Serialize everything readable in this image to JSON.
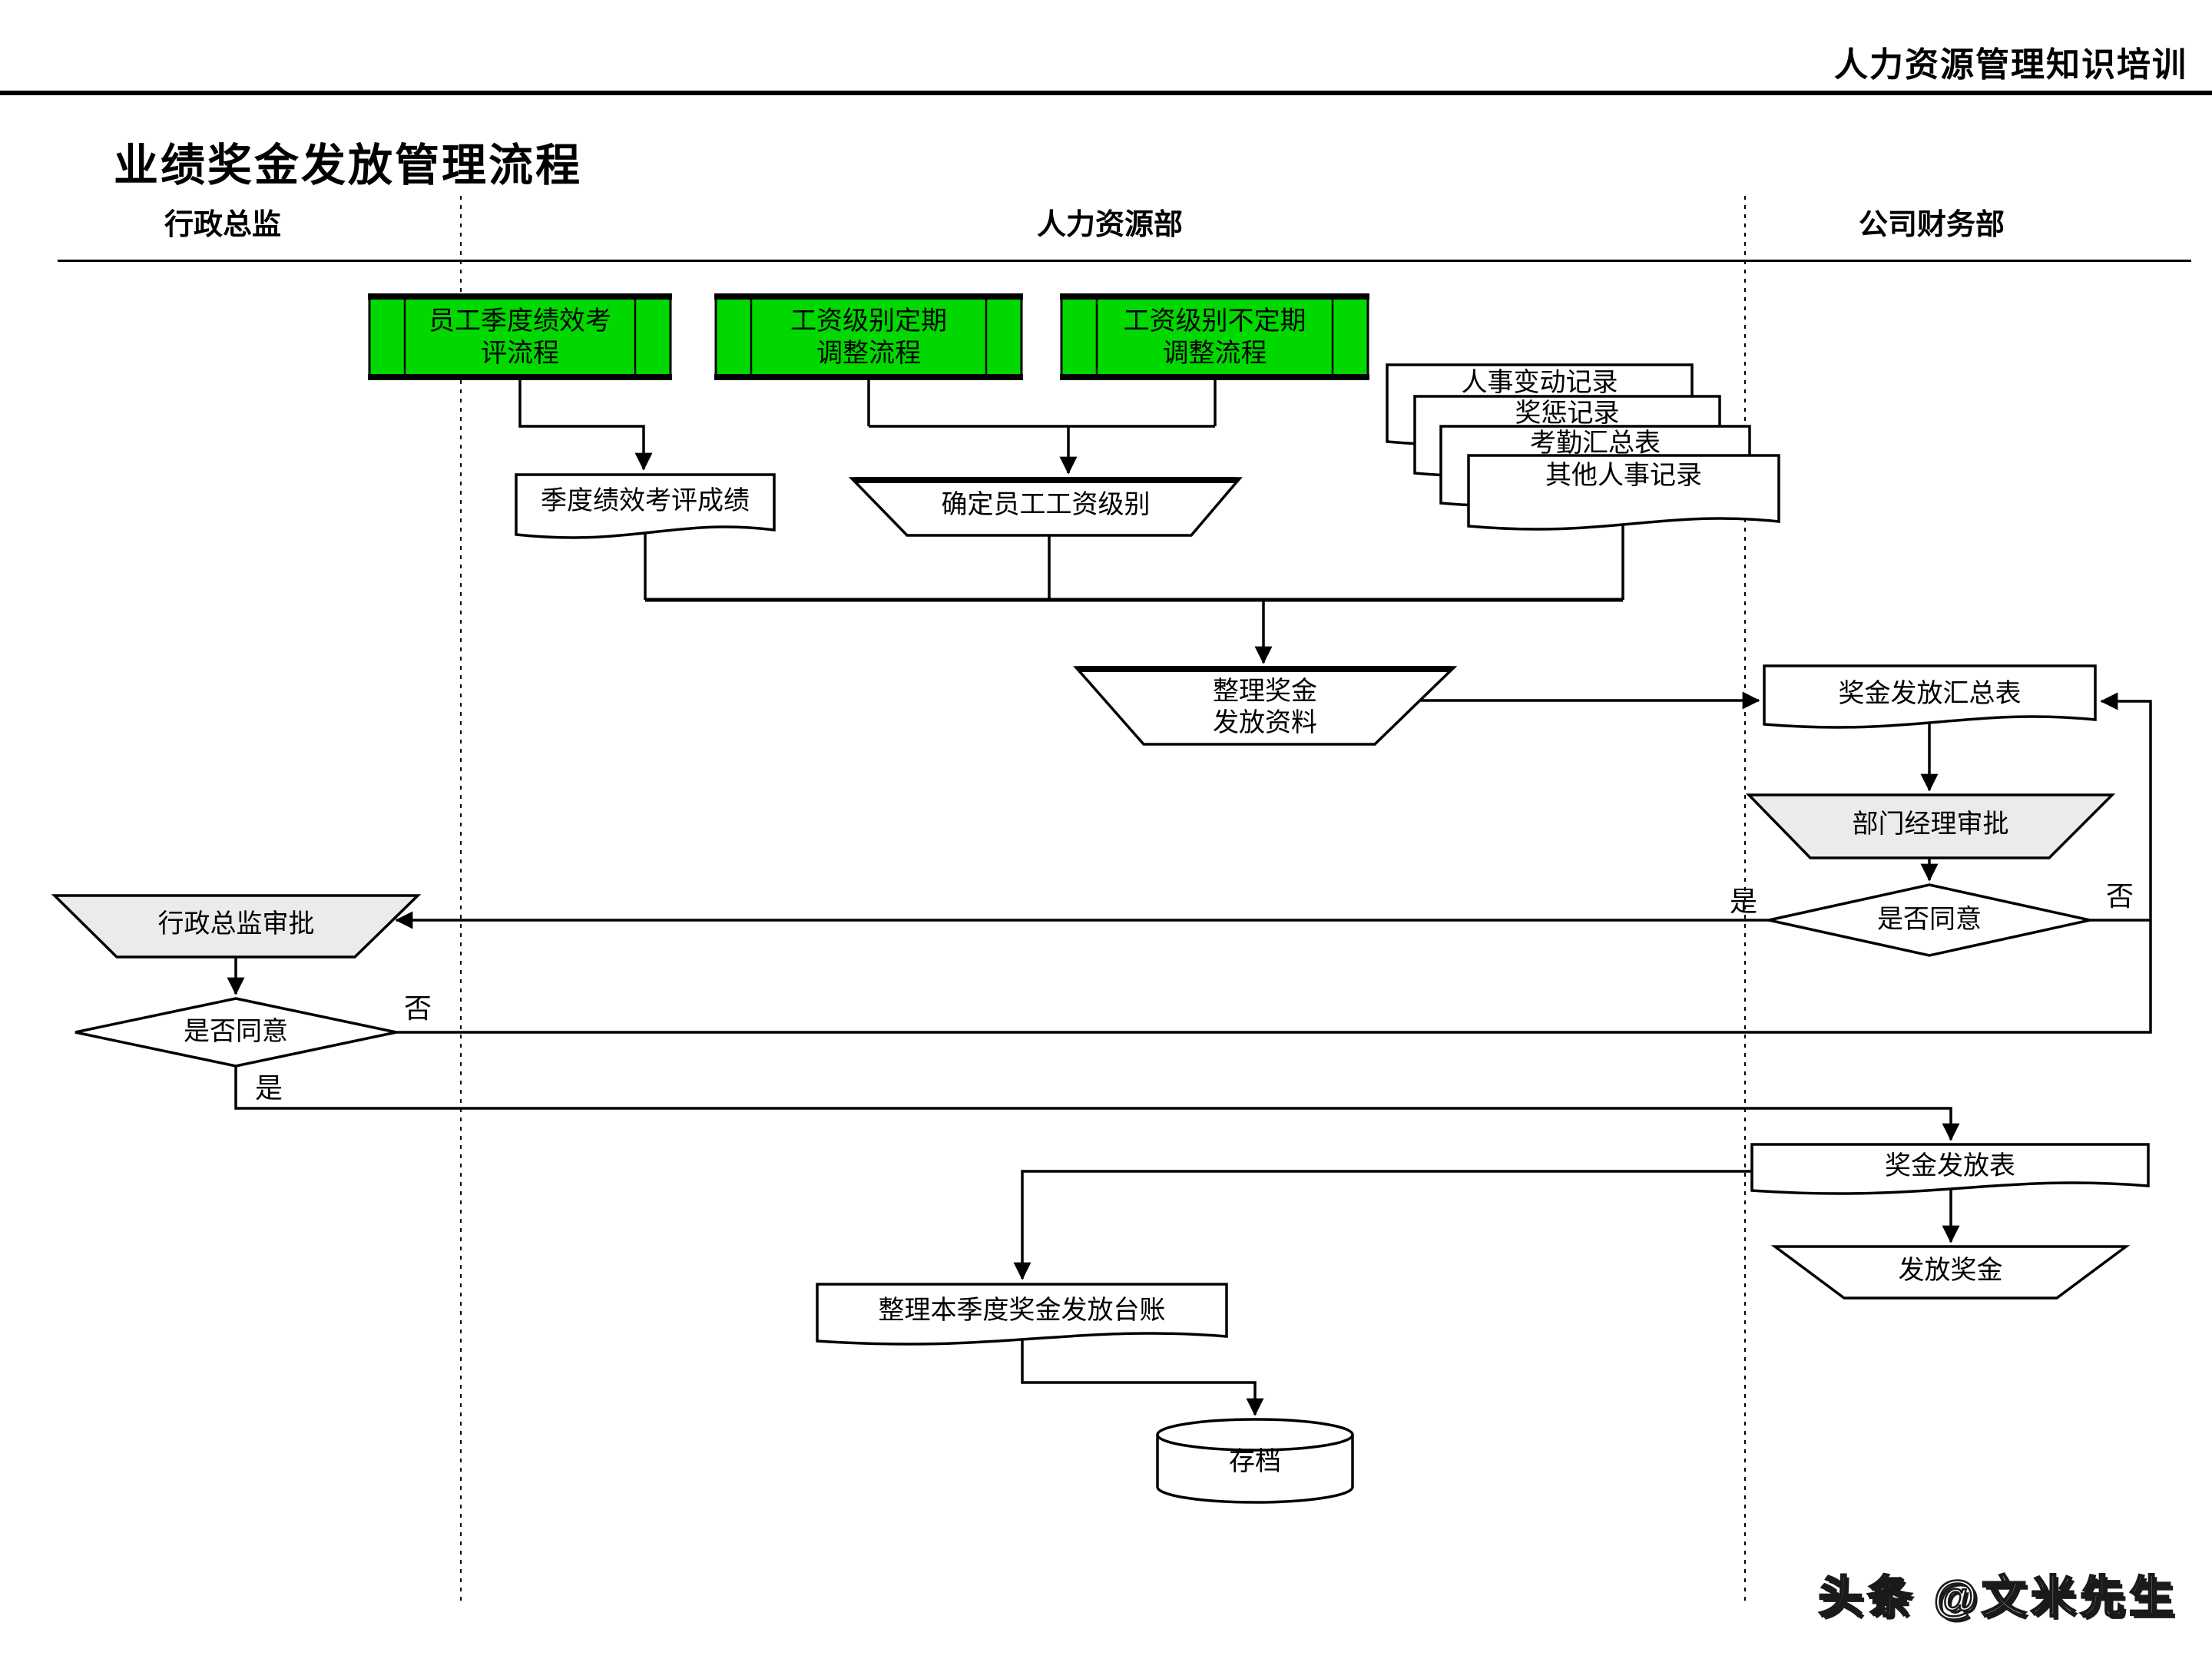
{
  "header": {
    "training_label": "人力资源管理知识培训"
  },
  "title": "业绩奖金发放管理流程",
  "lanes": [
    {
      "label": "行政总监"
    },
    {
      "label": "人力资源部"
    },
    {
      "label": "公司财务部"
    }
  ],
  "nodes": {
    "quarterly_review": "员工季度绩效考\n评流程",
    "salary_regular": "工资级别定期\n调整流程",
    "salary_irregular": "工资级别不定期\n调整流程",
    "score_doc": "季度绩效考评成绩",
    "grade_confirm": "确定员工工资级别",
    "hr_change": "人事变动记录",
    "reward_punish": "奖惩记录",
    "attendance": "考勤汇总表",
    "other_records": "其他人事记录",
    "collect": "整理奖金\n发放资料",
    "summary_doc": "奖金发放汇总表",
    "dept_approve": "部门经理审批",
    "dept_decision": "是否同意",
    "admin_approve": "行政总监审批",
    "admin_decision": "是否同意",
    "pay_doc": "奖金发放表",
    "pay_out": "发放奖金",
    "ledger_doc": "整理本季度奖金发放台账",
    "archive": "存档"
  },
  "edges": {
    "dept_yes": "是",
    "dept_no": "否",
    "admin_no": "否",
    "admin_yes": "是"
  },
  "watermark": {
    "text": "头条 @文米先生"
  },
  "colors": {
    "process_green": "#00D800",
    "approval_gray": "#EBEBEB"
  }
}
